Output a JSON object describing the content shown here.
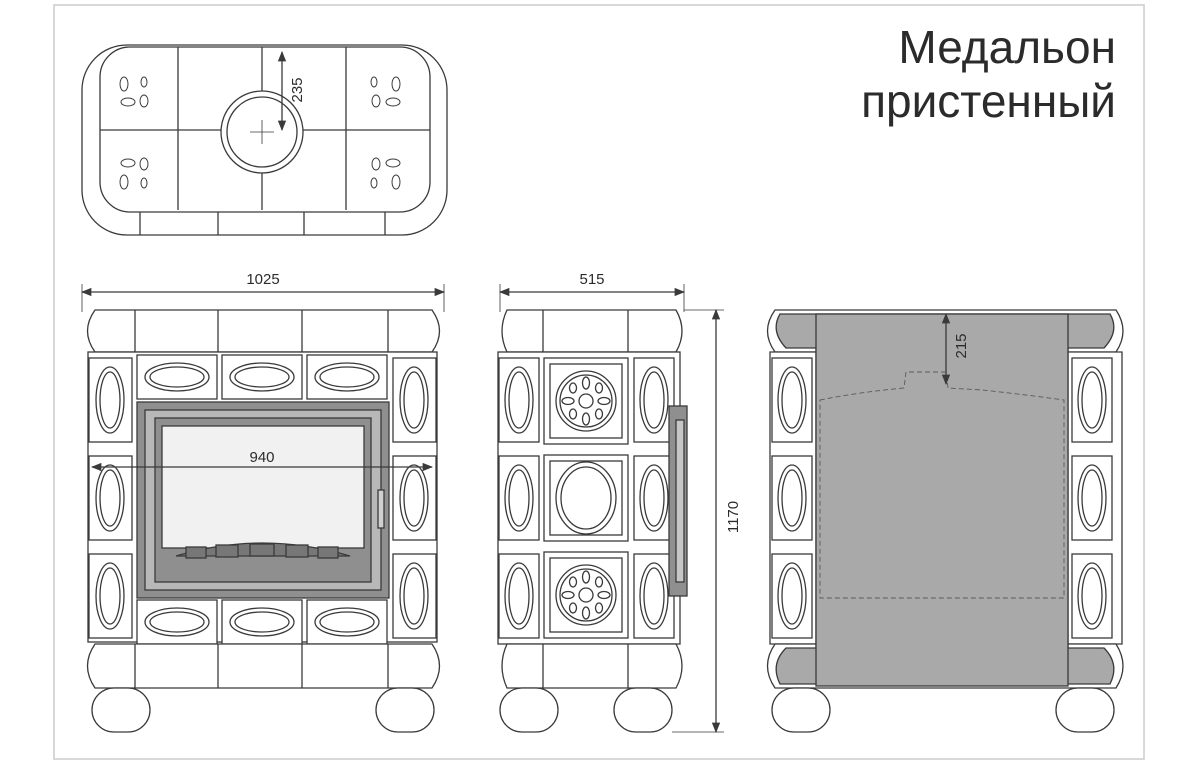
{
  "title": {
    "line1": "Медальон",
    "line2": "пристенный"
  },
  "dimensions": {
    "flue_offset": "235",
    "total_width": "1025",
    "firebox_width": "940",
    "depth": "515",
    "height": "1170",
    "back_offset": "215"
  },
  "colors": {
    "line": "#3a3a3a",
    "tile_fill": "#ffffff",
    "door_frame": "#8f8f8f",
    "glass": "#f1f1f1",
    "back_panel": "#a9a9a9",
    "frame_border": "#cccccc"
  }
}
